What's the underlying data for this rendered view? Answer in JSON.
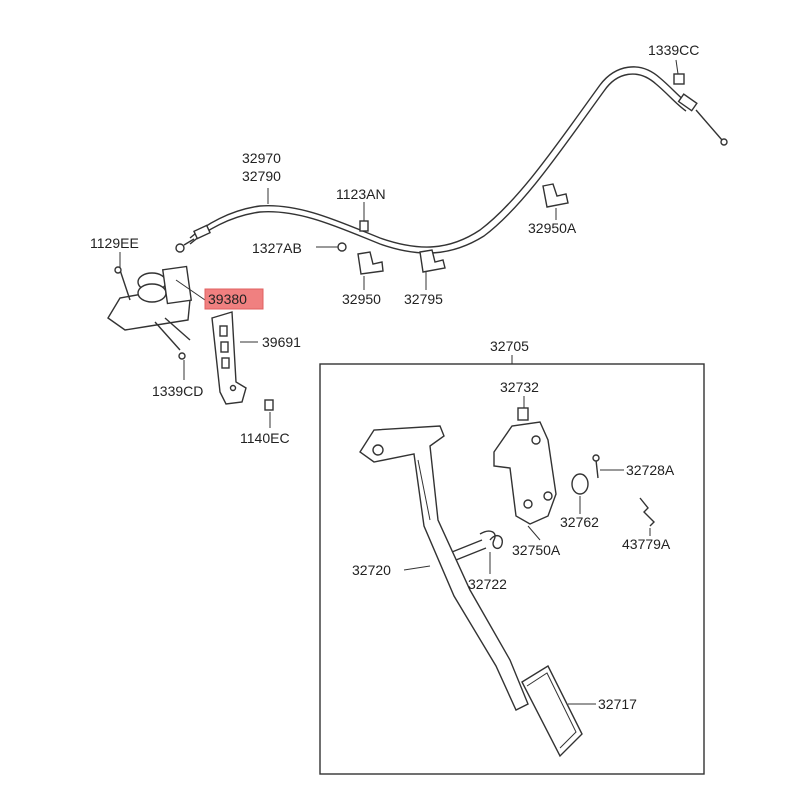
{
  "diagram": {
    "highlight_color": "#f08080",
    "group_box_label": "32705",
    "parts": {
      "p1339CC": "1339CC",
      "p32970": "32970",
      "p32790": "32790",
      "p1123AN": "1123AN",
      "p32950A": "32950A",
      "p1129EE": "1129EE",
      "p1327AB": "1327AB",
      "p39380": "39380",
      "p32950": "32950",
      "p32795": "32795",
      "p39691": "39691",
      "p1339CD": "1339CD",
      "p1140EC": "1140EC",
      "p32732": "32732",
      "p32728A": "32728A",
      "p32762": "32762",
      "p32750A": "32750A",
      "p43779A": "43779A",
      "p32720": "32720",
      "p32722": "32722",
      "p32717": "32717"
    }
  }
}
